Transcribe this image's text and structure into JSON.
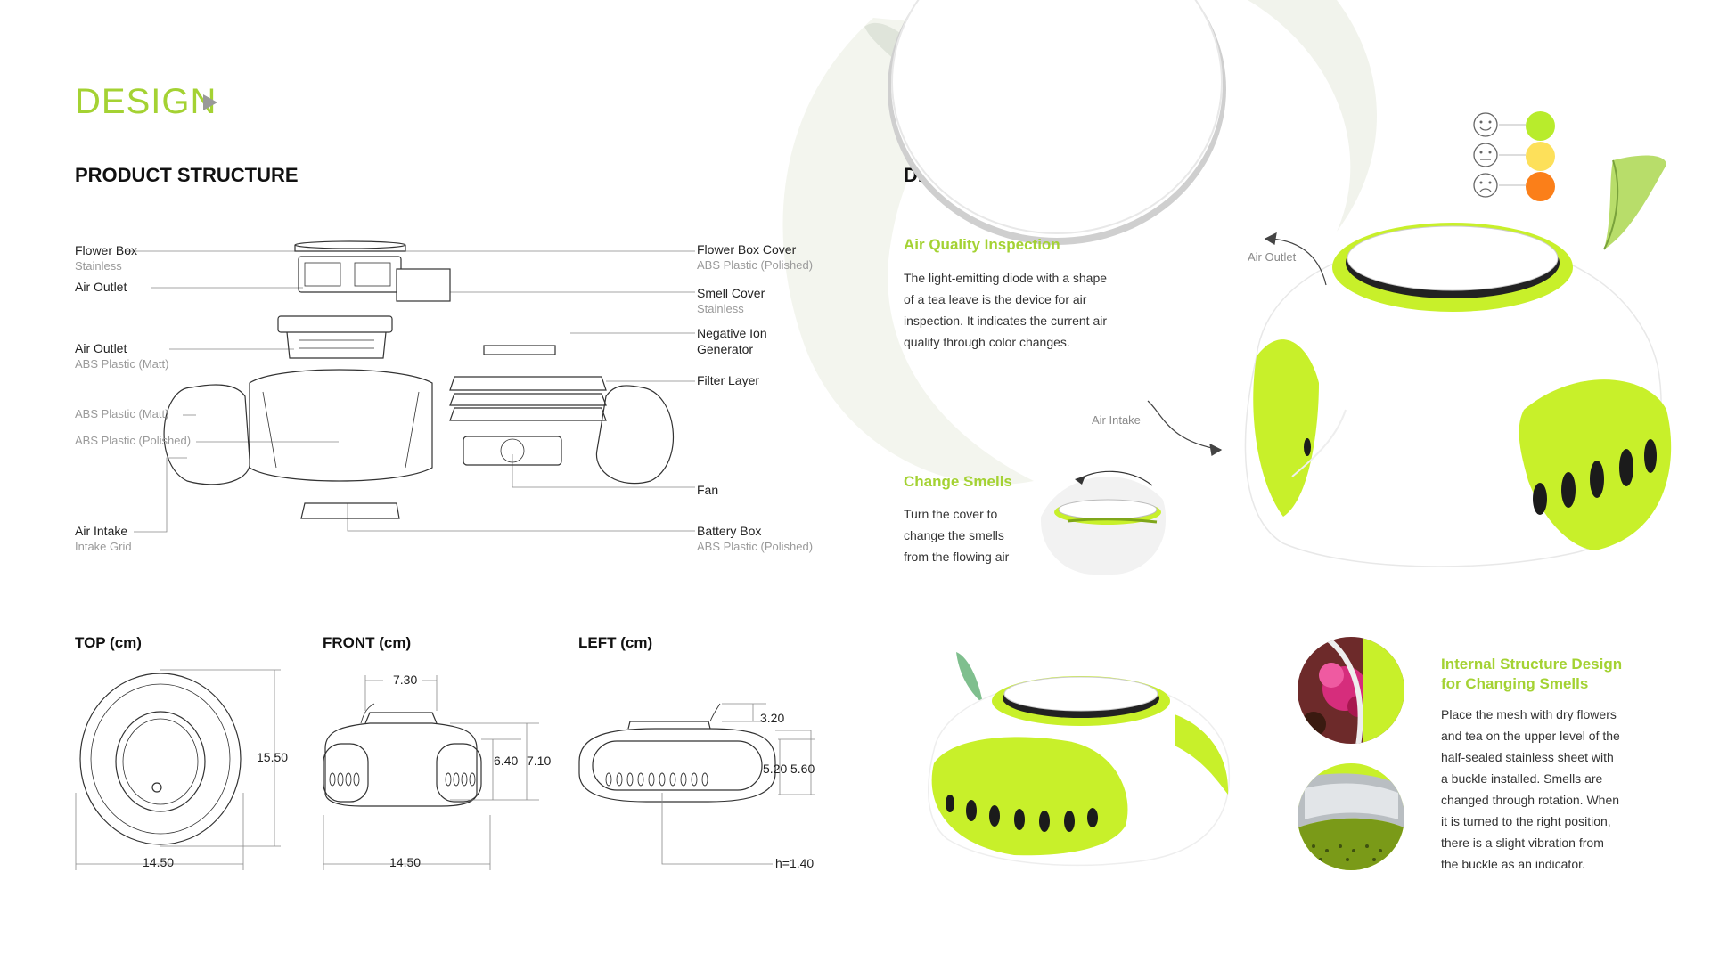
{
  "header": {
    "design_title": "DESIGN"
  },
  "structure": {
    "title": "PRODUCT STRUCTURE",
    "left_labels": [
      {
        "name": "Flower Box",
        "sub": "Stainless"
      },
      {
        "name": "Air Outlet",
        "sub": ""
      },
      {
        "name": "Air Outlet",
        "sub": "ABS Plastic (Matt)"
      },
      {
        "name": "",
        "sub": "ABS Plastic (Matt)"
      },
      {
        "name": "",
        "sub": "ABS Plastic (Polished)"
      },
      {
        "name": "Air Intake",
        "sub": "Intake Grid"
      }
    ],
    "right_labels": [
      {
        "name": "Flower Box Cover",
        "sub": "ABS Plastic (Polished)"
      },
      {
        "name": "Smell Cover",
        "sub": "Stainless"
      },
      {
        "name": "Negative Ion",
        "name2": "Generator"
      },
      {
        "name": "Filter Layer"
      },
      {
        "name": "Fan"
      },
      {
        "name": "Battery Box",
        "sub": "ABS Plastic (Polished)"
      }
    ]
  },
  "views": {
    "top": {
      "title": "TOP  (cm)",
      "width": "14.50",
      "height": "15.50"
    },
    "front": {
      "title": "FRONT  (cm)",
      "top_width": "7.30",
      "width": "14.50",
      "h1": "6.40",
      "h2": "7.10"
    },
    "left": {
      "title": "LEFT  (cm)",
      "h_top": "3.20",
      "h1": "5.20",
      "h2": "5.60",
      "h_base": "h=1.40"
    }
  },
  "details": {
    "title": "DETAILS",
    "air_quality": {
      "title": "Air Quality Inspection",
      "lines": [
        "The light-emitting diode with a shape",
        "of a tea leave is the device for air",
        "inspection. It indicates the current air",
        "quality through color changes."
      ]
    },
    "change_smells": {
      "title": "Change Smells",
      "lines": [
        "Turn the cover to",
        "change the smells",
        "from the flowing air"
      ]
    },
    "callouts": {
      "air_outlet": "Air Outlet",
      "air_intake": "Air Intake"
    },
    "indicators": [
      {
        "face": "happy",
        "color": "#b8ec2c"
      },
      {
        "face": "neutral",
        "color": "#fde05a"
      },
      {
        "face": "sad",
        "color": "#fb7f19"
      }
    ],
    "internal": {
      "title_line1": "Internal Structure Design",
      "title_line2": "for Changing Smells",
      "lines": [
        "Place the mesh with dry flowers",
        "and tea on the upper level of the",
        "half-sealed stainless sheet with",
        "a buckle installed. Smells are",
        "changed through rotation. When",
        "it is turned to the right position,",
        "there is a slight vibration from",
        "the buckle as an indicator."
      ]
    }
  },
  "colors": {
    "accent": "#a4d233",
    "lime": "#c8f02a",
    "gray_text": "#9a9a9a"
  }
}
